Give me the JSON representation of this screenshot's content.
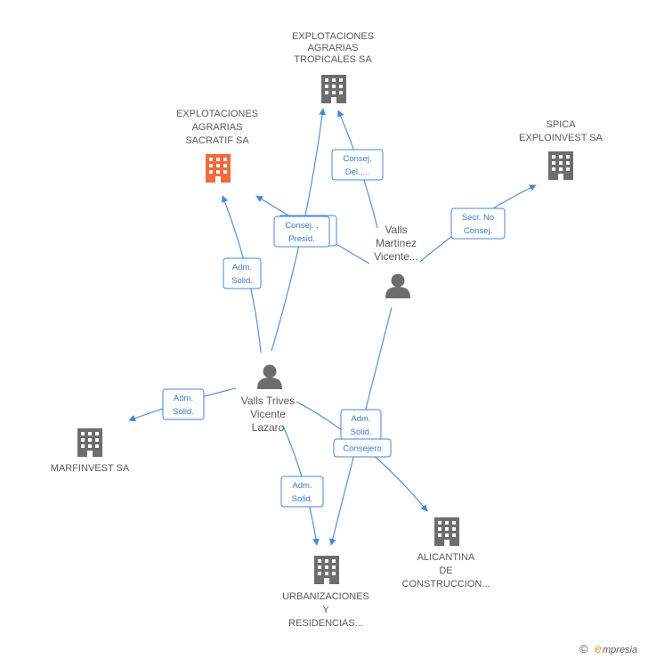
{
  "colors": {
    "edge": "#4a86d4",
    "company": "#6d6d6d",
    "company_highlight": "#f26b3a",
    "person": "#6d6d6d",
    "label": "#5a5a5a"
  },
  "nodes": {
    "tropicales": {
      "type": "company",
      "lines": [
        "EXPLOTACIONES",
        "AGRARIAS",
        "TROPICALES SA"
      ]
    },
    "sacratif": {
      "type": "company",
      "highlight": true,
      "lines": [
        "EXPLOTACIONES",
        "AGRARIAS",
        "SACRATIF SA"
      ]
    },
    "spica": {
      "type": "company",
      "lines": [
        "SPICA",
        "EXPLOINVEST SA"
      ]
    },
    "valls_martinez": {
      "type": "person",
      "lines": [
        "Valls",
        "Martinez",
        "Vicente..."
      ]
    },
    "valls_trives": {
      "type": "person",
      "lines": [
        "Valls Trives",
        "Vicente",
        "Lazaro"
      ]
    },
    "marfinvest": {
      "type": "company",
      "lines": [
        "MARFINVEST SA"
      ]
    },
    "alicantina": {
      "type": "company",
      "lines": [
        "ALICANTINA",
        "DE",
        "CONSTRUCCION..."
      ]
    },
    "urbanizaciones": {
      "type": "company",
      "lines": [
        "URBANIZACIONES",
        "Y",
        "RESIDENCIAS..."
      ]
    }
  },
  "edges": [
    {
      "id": "vm-tropicales",
      "lines": [
        "Consej.",
        "Del.,..."
      ]
    },
    {
      "id": "vm-sacratif",
      "lines": [
        "Consej. ,",
        "Presid."
      ]
    },
    {
      "id": "vm-spica",
      "lines": [
        "Secr.  No",
        "Consej."
      ]
    },
    {
      "id": "vm-urbanizaciones",
      "lines": [
        "Adm.",
        "Solid."
      ]
    },
    {
      "id": "vt-sacratif",
      "lines": [
        "Adm.",
        "Solid."
      ]
    },
    {
      "id": "vt-tropicales",
      "lines": [
        "Consej. ,",
        "Presid."
      ]
    },
    {
      "id": "vt-marfinvest",
      "lines": [
        "Adm.",
        "Solid."
      ]
    },
    {
      "id": "vt-urbanizaciones",
      "lines": [
        "Adm.",
        "Solid."
      ]
    },
    {
      "id": "vt-alicantina",
      "lines": [
        "Consejero"
      ]
    }
  ],
  "footer": {
    "copyright": "©",
    "brand": "Empresia"
  }
}
